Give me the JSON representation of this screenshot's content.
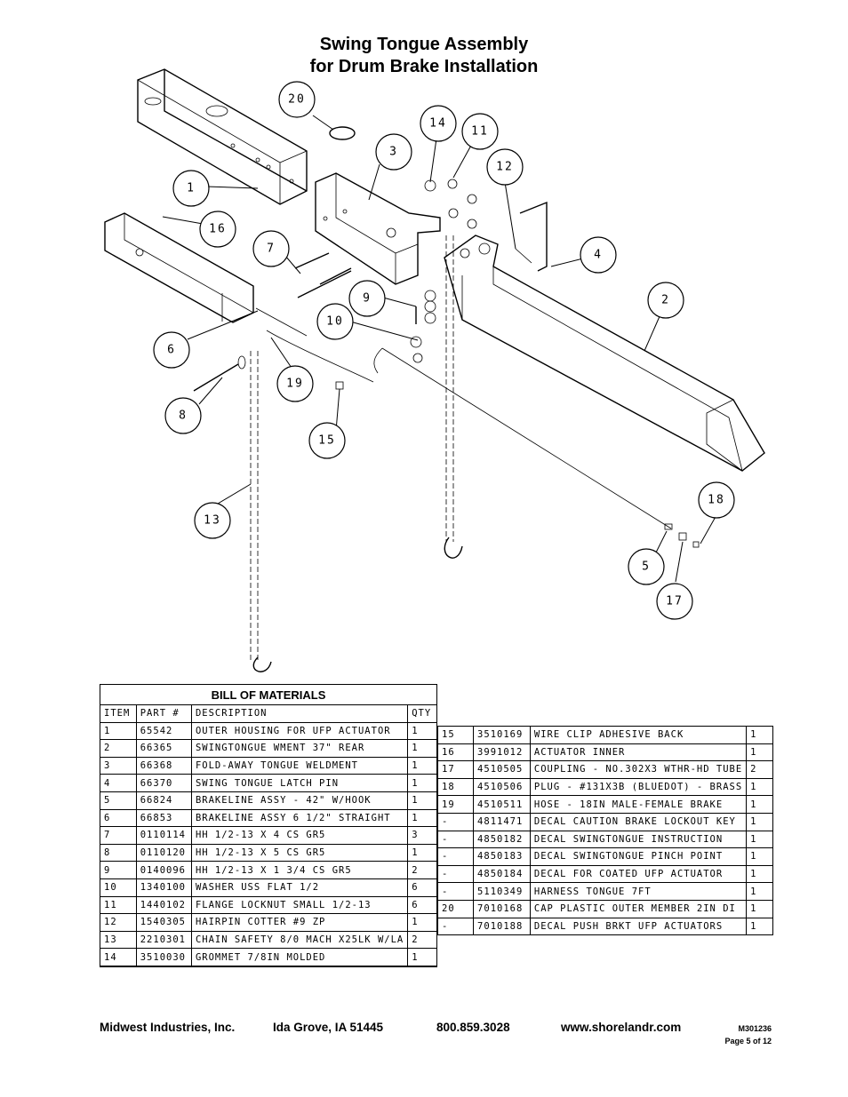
{
  "title": {
    "line1": "Swing Tongue Assembly",
    "line2": "for Drum Brake Installation"
  },
  "callouts": [
    "1",
    "2",
    "3",
    "4",
    "5",
    "6",
    "7",
    "8",
    "9",
    "10",
    "11",
    "12",
    "13",
    "14",
    "15",
    "16",
    "17",
    "18",
    "19",
    "20"
  ],
  "bom": {
    "title": "BILL OF MATERIALS",
    "columns": [
      "ITEM",
      "PART #",
      "DESCRIPTION",
      "QTY"
    ],
    "left_rows": [
      {
        "item": "1",
        "part": "65542",
        "desc": "OUTER HOUSING FOR UFP ACTUATOR",
        "qty": "1"
      },
      {
        "item": "2",
        "part": "66365",
        "desc": "SWINGTONGUE WMENT 37\" REAR",
        "qty": "1"
      },
      {
        "item": "3",
        "part": "66368",
        "desc": "FOLD-AWAY TONGUE WELDMENT",
        "qty": "1"
      },
      {
        "item": "4",
        "part": "66370",
        "desc": "SWING TONGUE LATCH PIN",
        "qty": "1"
      },
      {
        "item": "5",
        "part": "66824",
        "desc": "BRAKELINE ASSY - 42\" W/HOOK",
        "qty": "1"
      },
      {
        "item": "6",
        "part": "66853",
        "desc": "BRAKELINE ASSY 6 1/2\" STRAIGHT",
        "qty": "1"
      },
      {
        "item": "7",
        "part": "0110114",
        "desc": "HH 1/2-13 X 4 CS GR5",
        "qty": "3"
      },
      {
        "item": "8",
        "part": "0110120",
        "desc": "HH 1/2-13 X 5 CS GR5",
        "qty": "1"
      },
      {
        "item": "9",
        "part": "0140096",
        "desc": "HH 1/2-13 X 1 3/4 CS GR5",
        "qty": "2"
      },
      {
        "item": "10",
        "part": "1340100",
        "desc": "WASHER USS FLAT 1/2",
        "qty": "6"
      },
      {
        "item": "11",
        "part": "1440102",
        "desc": "FLANGE LOCKNUT SMALL 1/2-13",
        "qty": "6"
      },
      {
        "item": "12",
        "part": "1540305",
        "desc": "HAIRPIN COTTER #9 ZP",
        "qty": "1"
      },
      {
        "item": "13",
        "part": "2210301",
        "desc": "CHAIN SAFETY 8/0 MACH X25LK W/LA",
        "qty": "2"
      },
      {
        "item": "14",
        "part": "3510030",
        "desc": "GROMMET  7/8IN MOLDED",
        "qty": "1"
      }
    ],
    "right_rows": [
      {
        "item": "15",
        "part": "3510169",
        "desc": "WIRE CLIP   ADHESIVE BACK",
        "qty": "1"
      },
      {
        "item": "16",
        "part": "3991012",
        "desc": "ACTUATOR INNER",
        "qty": "1"
      },
      {
        "item": "17",
        "part": "4510505",
        "desc": "COUPLING - NO.302X3 WTHR-HD TUBE",
        "qty": "2"
      },
      {
        "item": "18",
        "part": "4510506",
        "desc": "PLUG - #131X3B (BLUEDOT) - BRASS",
        "qty": "1"
      },
      {
        "item": "19",
        "part": "4510511",
        "desc": "HOSE - 18IN MALE-FEMALE BRAKE",
        "qty": "1"
      },
      {
        "item": "-",
        "part": "4811471",
        "desc": "DECAL CAUTION BRAKE LOCKOUT KEY",
        "qty": "1"
      },
      {
        "item": "-",
        "part": "4850182",
        "desc": "DECAL SWINGTONGUE INSTRUCTION",
        "qty": "1"
      },
      {
        "item": "-",
        "part": "4850183",
        "desc": "DECAL SWINGTONGUE PINCH POINT",
        "qty": "1"
      },
      {
        "item": "-",
        "part": "4850184",
        "desc": "DECAL FOR COATED UFP ACTUATOR",
        "qty": "1"
      },
      {
        "item": "-",
        "part": "5110349",
        "desc": "HARNESS   TONGUE 7FT",
        "qty": "1"
      },
      {
        "item": "20",
        "part": "7010168",
        "desc": "CAP  PLASTIC OUTER MEMBER 2IN DI",
        "qty": "1"
      },
      {
        "item": "-",
        "part": "7010188",
        "desc": "DECAL PUSH BRKT UFP ACTUATORS",
        "qty": "1"
      }
    ]
  },
  "footer": {
    "company": "Midwest Industries, Inc.",
    "location": "Ida Grove, IA  51445",
    "phone": "800.859.3028",
    "website": "www.shorelandr.com",
    "doc_number": "M301236",
    "page": "Page 5 of 12"
  }
}
